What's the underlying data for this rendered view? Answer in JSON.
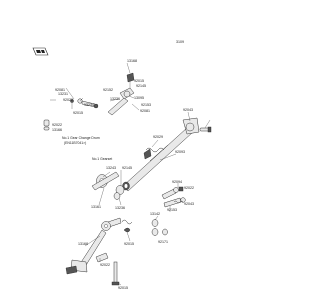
{
  "diagram": {
    "figure_code": "3109",
    "notes": [
      "No.1 Gear Change Drum",
      "(EN11B7041>)",
      "No.1 Gearset"
    ],
    "labels": [
      "13168",
      "92015",
      "92145",
      "92152",
      "13236",
      "13095",
      "92153",
      "92081",
      "92043",
      "92081",
      "13231",
      "92022",
      "13234",
      "92015",
      "92022",
      "13166",
      "92029",
      "92093",
      "13243",
      "92145",
      "13236",
      "13161",
      "92094",
      "92022",
      "13142",
      "92153",
      "92043",
      "92015",
      "13168",
      "92022",
      "92171",
      "92015",
      "13243",
      "13095",
      "92081",
      "92152"
    ]
  }
}
